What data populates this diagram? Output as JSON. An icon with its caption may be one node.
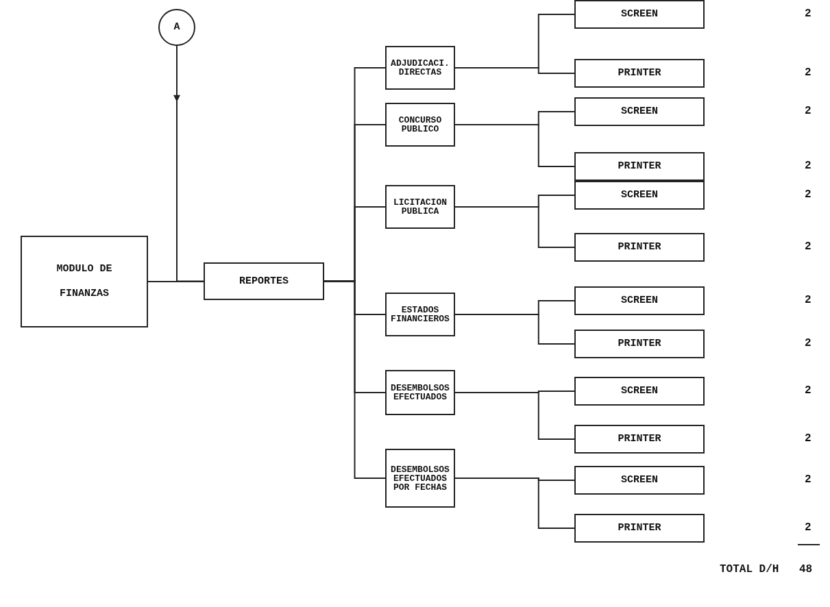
{
  "diagram": {
    "nodes": [
      {
        "text": [
          "A"
        ]
      },
      {
        "text": [
          "MODULO  DE FINANZAS"
        ]
      },
      {
        "text": [
          "REPORTES"
        ]
      },
      {
        "text": [
          "ADJUDICACI. DIRECTAS"
        ]
      },
      {
        "text": [
          "SCREEN"
        ]
      },
      {
        "text": [
          "PRINTER"
        ]
      },
      {
        "text": [
          "CONCURSO PUBLICO"
        ]
      },
      {
        "text": [
          "SCREEN"
        ]
      },
      {
        "text": [
          "PRINTER"
        ]
      },
      {
        "text": [
          "LICITACION PUBLICA"
        ]
      },
      {
        "text": [
          "SCREEN"
        ]
      },
      {
        "text": [
          "PRINTER"
        ]
      },
      {
        "text": [
          "ESTADOS FINANCIEROS"
        ]
      },
      {
        "text": [
          "SCREEN"
        ]
      },
      {
        "text": [
          "PRINTER"
        ]
      },
      {
        "text": [
          "DESEMBOLSOS EFECTUADOS"
        ]
      },
      {
        "text": [
          "SCREEN"
        ]
      },
      {
        "text": [
          "PRINTER"
        ]
      },
      {
        "text": [
          "DESEMBOLSOS EFECTUADOS POR FECHAS"
        ]
      },
      {
        "text": [
          "SCREEN"
        ]
      },
      {
        "text": [
          "PRINTER"
        ]
      }
    ],
    "edges": [
      {
        "from": 1,
        "to": 2,
        "arrow": "none"
      },
      {
        "from": 0,
        "to": 2,
        "arrow": "to"
      },
      {
        "from": 2,
        "to": 3,
        "arrow": "none"
      },
      {
        "from": 3,
        "to": 4,
        "arrow": "none"
      },
      {
        "from": 3,
        "to": 5,
        "arrow": "none"
      },
      {
        "from": 2,
        "to": 6,
        "arrow": "none"
      },
      {
        "from": 6,
        "to": 7,
        "arrow": "none"
      },
      {
        "from": 6,
        "to": 8,
        "arrow": "none"
      },
      {
        "from": 2,
        "to": 9,
        "arrow": "none"
      },
      {
        "from": 9,
        "to": 10,
        "arrow": "none"
      },
      {
        "from": 9,
        "to": 11,
        "arrow": "none"
      },
      {
        "from": 2,
        "to": 12,
        "arrow": "none"
      },
      {
        "from": 12,
        "to": 13,
        "arrow": "none"
      },
      {
        "from": 12,
        "to": 14,
        "arrow": "none"
      },
      {
        "from": 2,
        "to": 15,
        "arrow": "none"
      },
      {
        "from": 15,
        "to": 16,
        "arrow": "none"
      },
      {
        "from": 15,
        "to": 17,
        "arrow": "none"
      },
      {
        "from": 2,
        "to": 18,
        "arrow": "none"
      },
      {
        "from": 18,
        "to": 19,
        "arrow": "none"
      },
      {
        "from": 18,
        "to": 20,
        "arrow": "none"
      }
    ],
    "labels": [
      "2",
      "2",
      "2",
      "2",
      "2",
      "2",
      "2",
      "2",
      "2",
      "2",
      "2",
      "2",
      "TOTAL D/H",
      "48"
    ]
  }
}
